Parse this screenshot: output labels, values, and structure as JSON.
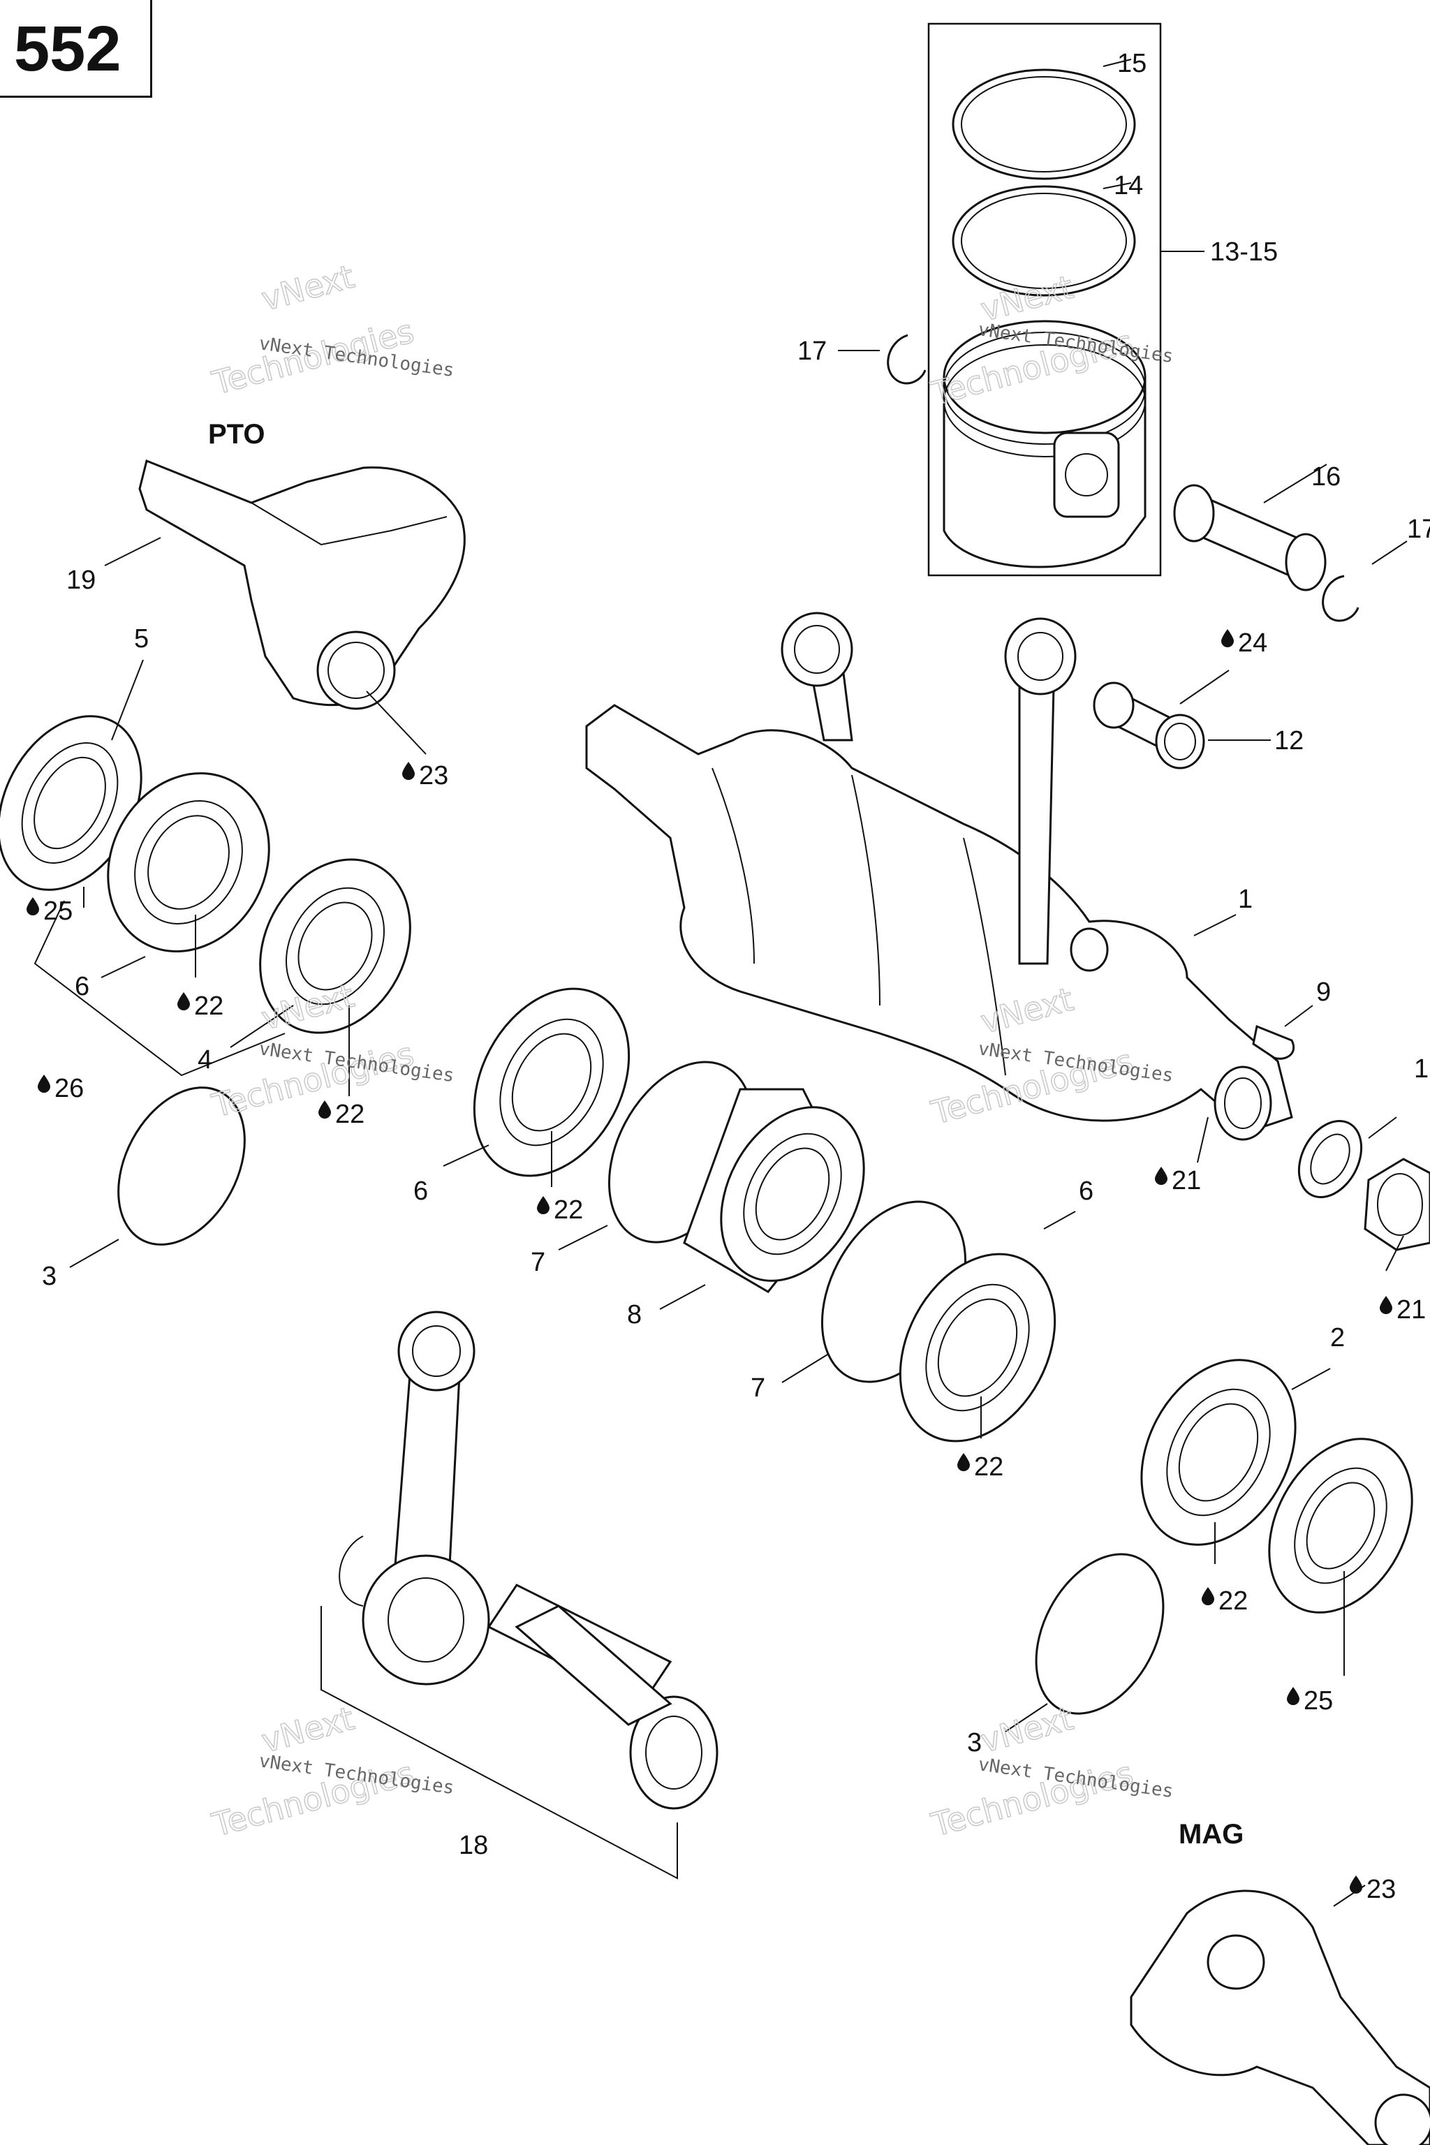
{
  "page": {
    "number": "552"
  },
  "watermark": {
    "small": "vNext Technologies",
    "big_top": "vNext",
    "big_bottom": "Technologies"
  },
  "sides": {
    "pto": "PTO",
    "mag": "MAG"
  },
  "callouts": {
    "c15": "15",
    "c14": "14",
    "c13_15": "13-15",
    "c17a": "17",
    "c16": "16",
    "c17b": "17",
    "c19": "19",
    "c5": "5",
    "c23a": "23",
    "c24": "24",
    "c12": "12",
    "c25a": "25",
    "c1": "1",
    "c6a": "6",
    "c22a": "22",
    "c9": "9",
    "c4": "4",
    "c26": "26",
    "c22b": "22",
    "c10": "1",
    "c6b": "6",
    "c22c": "22",
    "c21a": "21",
    "c6c": "6",
    "c3a": "3",
    "c7a": "7",
    "c8": "8",
    "c21b": "21",
    "c2": "2",
    "c7b": "7",
    "c22d": "22",
    "c22e": "22",
    "c25b": "25",
    "c3b": "3",
    "c18": "18",
    "c23b": "23"
  },
  "icons": {
    "oil": "oil-drop-icon"
  }
}
